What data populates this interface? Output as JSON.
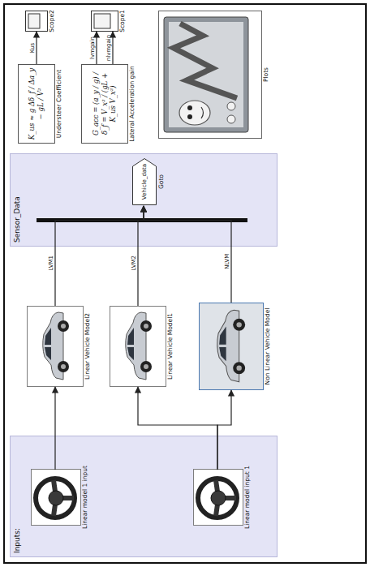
{
  "diagram": {
    "nodes": [
      {
        "text": [
          "Inputs:"
        ]
      },
      {
        "text": [
          "Linear model 1 input"
        ],
        "in": 0
      },
      {
        "text": [
          "Linear model input 1"
        ],
        "in": 0
      },
      {
        "text": [
          "Linear Vehicle Model2"
        ]
      },
      {
        "text": [
          "Linear Vehicle Model1"
        ]
      },
      {
        "text": [
          "Non Linear Vehicle Model"
        ]
      },
      {
        "text": [
          "Sensor_Data"
        ]
      },
      {
        "text": [
          "Vehicle_data",
          "Goto"
        ],
        "in": 6
      },
      {
        "text": [
          "K_us ≈ g Δδ_f / Δa_y − gL / V²",
          "Understeer Coefficient"
        ]
      },
      {
        "text": [
          "Scope2"
        ]
      },
      {
        "text": [
          "G_acc = (a_y / g) / δ_f = V_x² / (gL + K_us V_x²)",
          "Lateral Acceleration gain"
        ]
      },
      {
        "text": [
          "Scope1"
        ]
      },
      {
        "text": [
          "Plots"
        ]
      }
    ],
    "edges": [
      {
        "from": 1,
        "to": 3,
        "arrow": "to"
      },
      {
        "from": 2,
        "to": 4,
        "arrow": "to"
      },
      {
        "from": 2,
        "to": 5,
        "arrow": "to"
      },
      {
        "from": 3,
        "to": 7,
        "label": "LVM1",
        "arrow": "to"
      },
      {
        "from": 4,
        "to": 7,
        "label": "LVM2",
        "arrow": "to"
      },
      {
        "from": 5,
        "to": 7,
        "label": "NLVM",
        "arrow": "to"
      },
      {
        "from": 8,
        "to": 9,
        "label": "Kus",
        "arrow": "to"
      },
      {
        "from": 10,
        "to": 11,
        "label": "lvmgain",
        "arrow": "to"
      },
      {
        "from": 10,
        "to": 11,
        "label": "nlvmgain",
        "arrow": "to"
      }
    ]
  }
}
